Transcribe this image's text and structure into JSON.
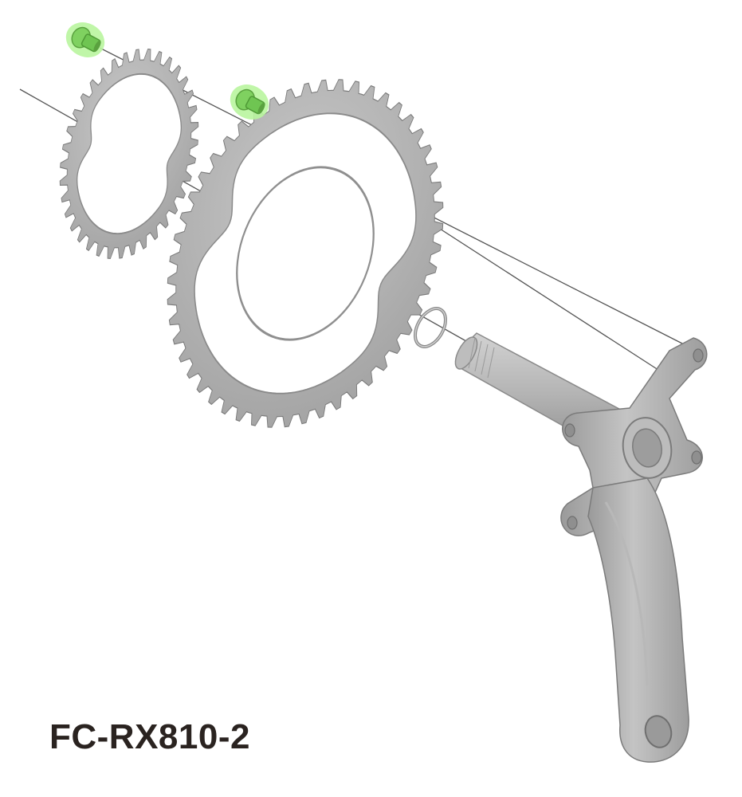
{
  "diagram": {
    "model_label": "FC-RX810-2",
    "colors": {
      "part_fill": "#a9a9a9",
      "part_light": "#c9c9c9",
      "part_dark": "#8a8a8a",
      "part_edge": "#6f6f6f",
      "highlight": "#a6f08a",
      "bolt": "#6fc552",
      "axis_line": "#555555",
      "label": "#2a2320"
    },
    "parts": [
      {
        "name": "small-chainring",
        "teeth": 36
      },
      {
        "name": "large-chainring",
        "teeth": 50
      },
      {
        "name": "chainring-bolt-small",
        "highlighted": true
      },
      {
        "name": "chainring-bolt-large",
        "highlighted": true
      },
      {
        "name": "spacer-ring"
      },
      {
        "name": "crank-arm-with-spindle"
      }
    ]
  }
}
